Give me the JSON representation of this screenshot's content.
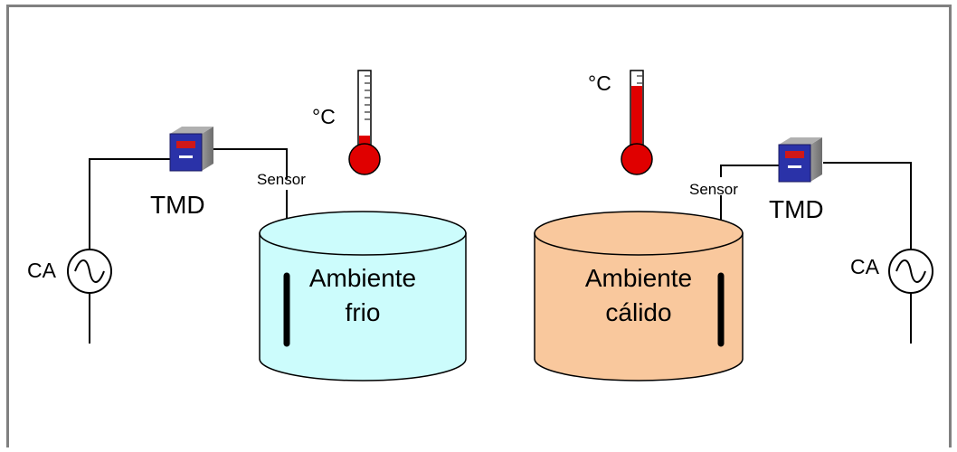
{
  "colors": {
    "frame": "#808080",
    "cold_tank": "#ccfcfc",
    "warm_tank": "#f9c89d",
    "thermometer_red": "#e00000",
    "tmd_body": "#2a32a8",
    "tmd_display": "#d01818",
    "sensor_rod": "#000000"
  },
  "left": {
    "ac_label": "CA",
    "tmd_label": "TMD",
    "sensor_label": "Sensor",
    "temp_unit": "°C",
    "tank_line1": "Ambiente",
    "tank_line2": "frio",
    "thermometer_level": 0.3
  },
  "right": {
    "ac_label": "CA",
    "tmd_label": "TMD",
    "sensor_label": "Sensor",
    "temp_unit": "°C",
    "tank_line1": "Ambiente",
    "tank_line2": "cálido",
    "thermometer_level": 0.85
  },
  "icons": {
    "ac_source": "ac-sine-wave-icon",
    "controller": "tmd-controller-icon",
    "thermometer": "thermometer-icon"
  }
}
